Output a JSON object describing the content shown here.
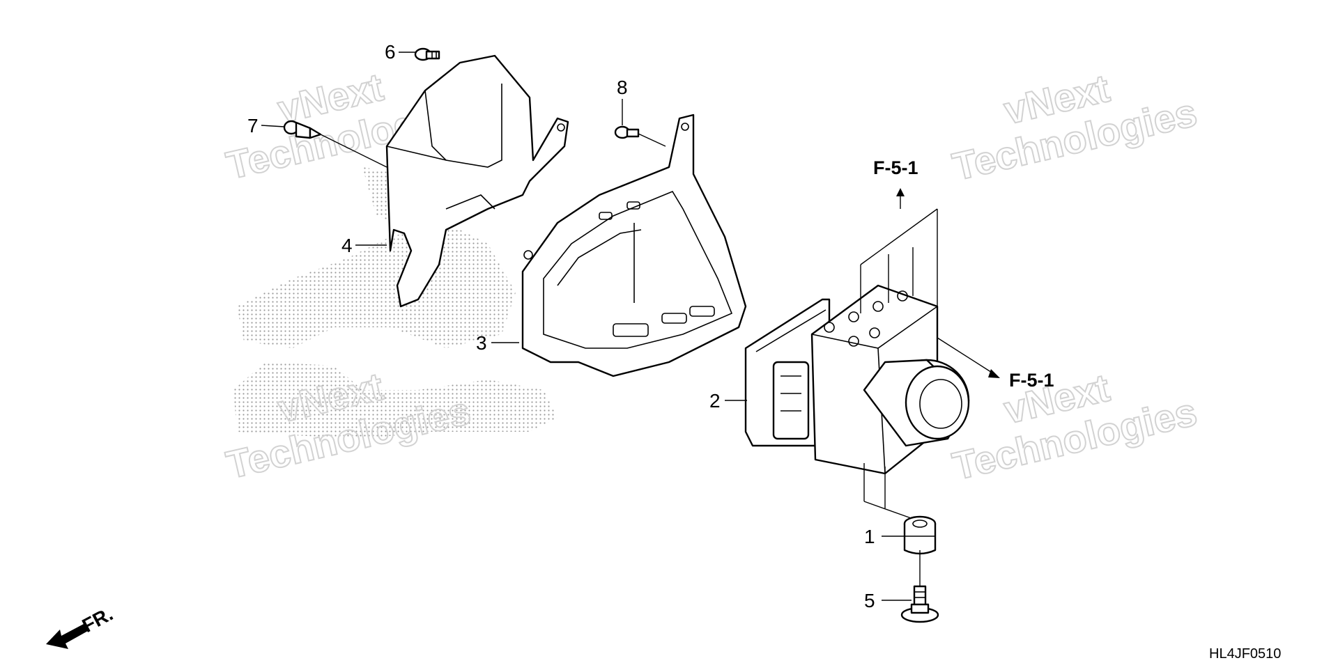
{
  "diagram": {
    "callouts": [
      {
        "id": "1",
        "label": "1"
      },
      {
        "id": "2",
        "label": "2"
      },
      {
        "id": "3",
        "label": "3"
      },
      {
        "id": "4",
        "label": "4"
      },
      {
        "id": "5",
        "label": "5"
      },
      {
        "id": "6",
        "label": "6"
      },
      {
        "id": "7",
        "label": "7"
      },
      {
        "id": "8",
        "label": "8"
      }
    ],
    "references": {
      "upper": "F-5-1",
      "right": "F-5-1"
    },
    "front_indicator": "FR.",
    "diagram_code": "HL4JF0510",
    "watermark": {
      "line1": "vNext",
      "line2": "Technologies"
    }
  }
}
